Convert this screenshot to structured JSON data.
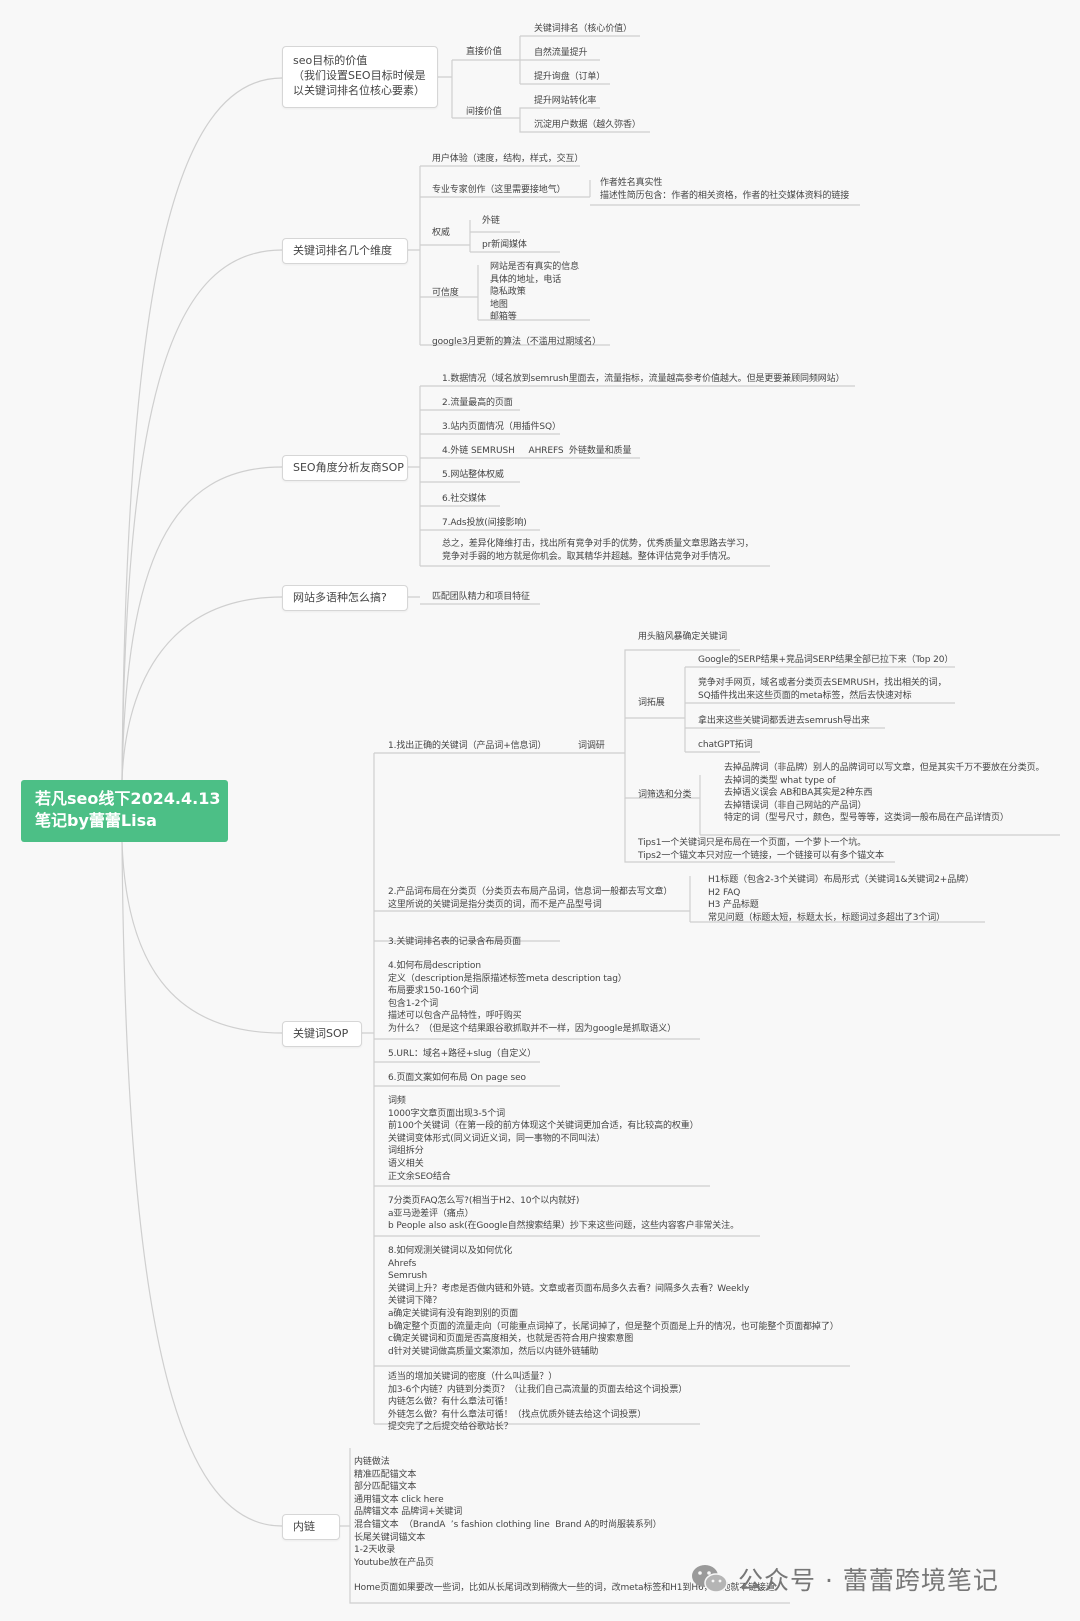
{
  "root": {
    "title": "若凡seo线下2024.4.13\n笔记by蕾蕾Lisa"
  },
  "b1": {
    "label": "seo目标的价值\n（我们设置SEO目标时候是\n以关键词排名位核心要素）",
    "direct": "直接价值",
    "direct_items": [
      "关键词排名（核心价值）",
      "自然流量提升",
      "提升询盘（订单）"
    ],
    "indirect": "间接价值",
    "indirect_items": [
      "提升网站转化率",
      "沉淀用户数据（越久弥香）"
    ]
  },
  "b2": {
    "label": "关键词排名几个维度",
    "ux": "用户体验（速度，结构，样式，交互）",
    "expert": "专业专家创作（这里需要接地气）",
    "expert_detail": "作者姓名真实性\n描述性简历包含：作者的相关资格，作者的社交媒体资料的链接",
    "authority": "权威",
    "authority_items": [
      "外链",
      "pr新闻媒体"
    ],
    "trust": "可信度",
    "trust_detail": "网站是否有真实的信息\n具体的地址，电话\n隐私政策\n地图\n邮箱等",
    "google": "google3月更新的算法（不滥用过期域名）"
  },
  "b3": {
    "label": "SEO角度分析友商SOP",
    "items": [
      "1.数据情况（域名放到semrush里面去，流量指标，流量越高参考价值越大。但是更要兼顾同频网站）",
      "2.流量最高的页面",
      "3.站内页面情况（用插件SQ）",
      "4.外链 SEMRUSH     AHREFS  外链数量和质量",
      "5.网站整体权威",
      "6.社交媒体",
      "7.Ads投放(间接影响)"
    ],
    "summary": "总之，差异化降维打击，找出所有竞争对手的优势，优秀质量文章思路去学习，\n竞争对手弱的地方就是你机会。取其精华并超越。整体评估竞争对手情况。"
  },
  "b4": {
    "label": "网站多语种怎么搞?",
    "item": "匹配团队精力和项目特征"
  },
  "b5": {
    "label": "关键词SOP",
    "s1": "1.找出正确的关键词（产品词+信息词）",
    "s1_sub": "词调研",
    "brainstorm": "用头脑风暴确定关键词",
    "expand": "词拓展",
    "expand_items": [
      "Google的SERP结果+竞品词SERP结果全部已拉下来（Top 20）",
      "竞争对手网页，域名或者分类页去SEMRUSH，找出相关的词，\nSQ插件找出来这些页面的meta标签，然后去快速对标",
      "拿出来这些关键词都丢进去semrush导出来",
      "chatGPT拓词"
    ],
    "filter": "词筛选和分类",
    "filter_detail": "去掉品牌词（非品牌）别人的品牌词可以写文章，但是其实千万不要放在分类页。\n去掉词的类型 what type of\n去掉语义误会 AB和BA其实是2种东西\n去掉错误词（非自己网站的产品词）\n特定的词（型号尺寸，颜色，型号等等，这类词一般布局在产品详情页）",
    "tips": "Tips1一个关键词只是布局在一个页面，一个萝卜一个坑。\nTips2一个锚文本只对应一个链接，一个链接可以有多个锚文本",
    "s2": "2.产品词布局在分类页（分类页去布局产品词，信息词一般都去写文章）\n这里所说的关键词是指分类页的词，而不是产品型号词",
    "s2_detail": "H1标题（包含2-3个关键词）布局形式（关键词1&关键词2+品牌）\nH2 FAQ\nH3 产品标题\n常见问题（标题太短，标题太长，标题词过多超出了3个词）",
    "s3": "3.关键词排名表的记录含布局页面",
    "s4": "4.如何布局description\n定义（description是指原描述标签meta description tag）\n布局要求150-160个词\n包含1-2个词\n描述可以包含产品特性，呼吁购买\n为什么？（但是这个结果跟谷歌抓取并不一样，因为google是抓取语义）",
    "s5": "5.URL：域名+路径+slug（自定义）",
    "s6": "6.页面文案如何布局 On page seo",
    "s6_detail": "词频\n1000字文章页面出现3-5个词\n前100个关键词（在第一段的前方体现这个关键词更加合适，有比较高的权重）\n关键词变体形式(同义词近义词，同一事物的不同叫法）\n词组拆分\n语义相关\n正文余SEO结合",
    "s7": "7分类页FAQ怎么写?(相当于H2、10个以内就好)\na亚马逊差评（痛点）\nb People also ask(在Google自然搜索结果）抄下来这些问题，这些内容客户非常关注。",
    "s8": "8.如何观测关键词以及如何优化\nAhrefs\nSemrush\n关键词上升？考虑是否做内链和外链。文章或者页面布局多久去看？间隔多久去看？Weekly\n关键词下降？\na确定关键词有没有跑到别的页面\nb确定整个页面的流量走向（可能重点词掉了，长尾词掉了，但是整个页面是上升的情况，也可能整个页面都掉了）\nc确定关键词和页面是否高度相关，也就是否符合用户搜索意图\nd针对关键词做高质量文案添加，然后以内链外链辅助",
    "s9": "适当的增加关键词的密度（什么叫适量？）\n加3-6个内链？内链到分类页？（让我们自己高流量的页面去给这个词投票）\n内链怎么做？有什么章法可循！\n外链怎么做？有什么章法可循！（找点优质外链去给这个词投票）\n提交完了之后提交给谷歌站长？"
  },
  "b6": {
    "label": "内链",
    "detail": "内链做法\n精准匹配锚文本\n部分匹配锚文本\n通用锚文本 click here\n品牌锚文本 品牌词+关键词\n混合锚文本  （BrandA  ’s fashion clothing line  Brand A的时尚服装系列）\n长尾关键词锚文本\n1-2天收录\nYoutube放在产品页\n\nHome页面如果要改一些词，比如从长尾词改到稍微大一些的词，改meta标签和H1到H6，其他就不链接道"
  },
  "watermark": {
    "text": "公众号 · 蕾蕾跨境笔记",
    "icon": "wechat-icon"
  },
  "colors": {
    "root": "#4cbf86",
    "line": "#cfcfcf",
    "node_border": "#d6d6d6",
    "bg": "#f8f8f8"
  }
}
